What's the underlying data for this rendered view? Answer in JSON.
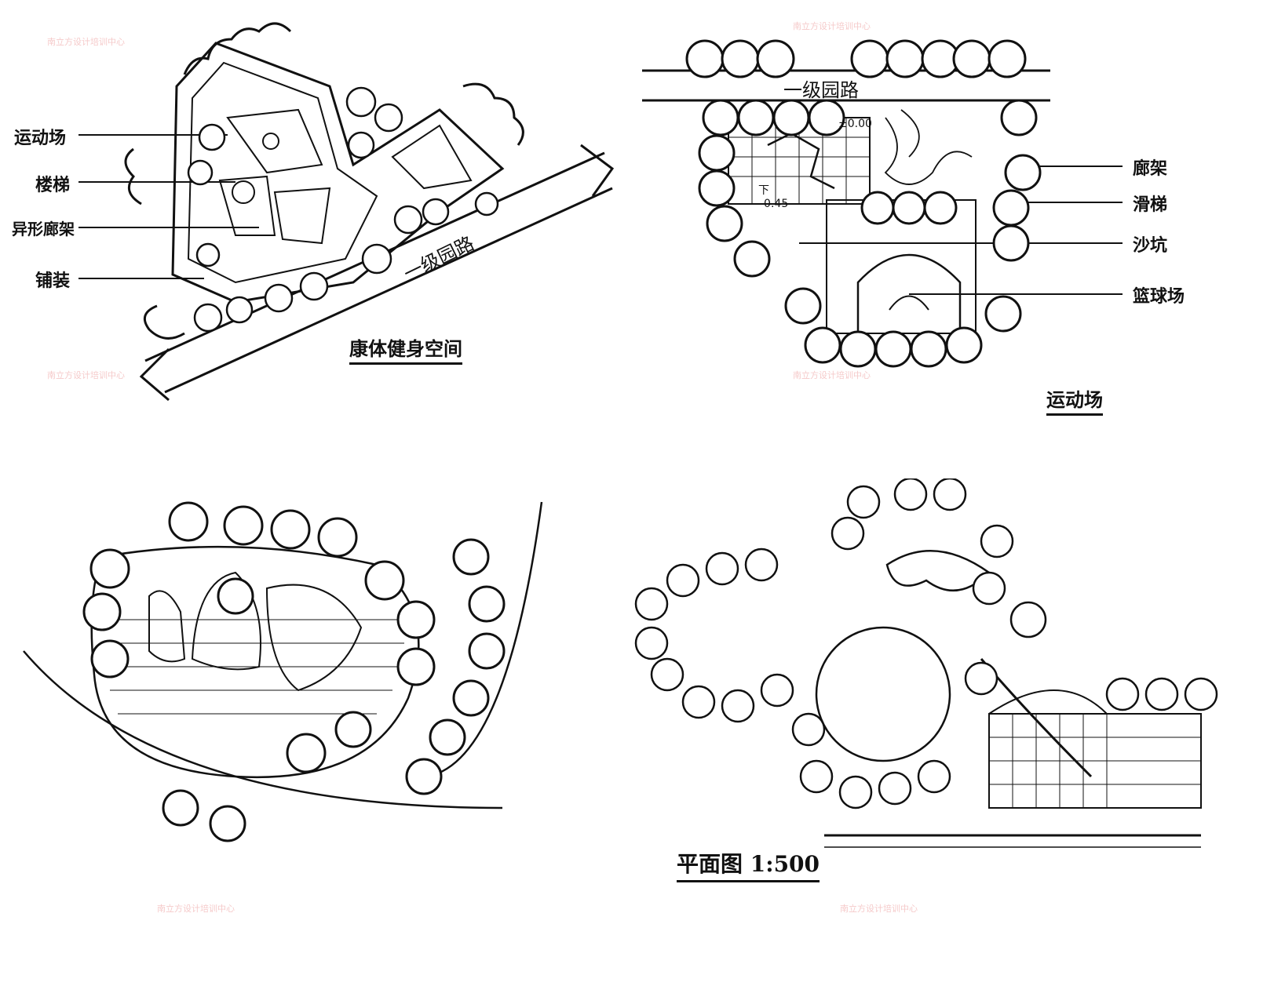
{
  "sheet1": {
    "title": "康体健身空间",
    "road": "一级园路",
    "labels": [
      "运动场",
      "楼梯",
      "异形廊架",
      "铺装"
    ]
  },
  "sheet2": {
    "title": "运动场",
    "road": "一级园路",
    "elevation_top": "±0.00",
    "elevation_low": "-0.45",
    "down_label": "下",
    "labels": [
      "廊架",
      "滑梯",
      "沙坑",
      "篮球场"
    ]
  },
  "sheet4": {
    "caption": "平面图 1:500"
  },
  "watermark": {
    "text": "南立方设计培训中心"
  },
  "colors": {
    "ink": "#111111",
    "paper": "#ffffff",
    "watermark": "#f3bcbc"
  }
}
